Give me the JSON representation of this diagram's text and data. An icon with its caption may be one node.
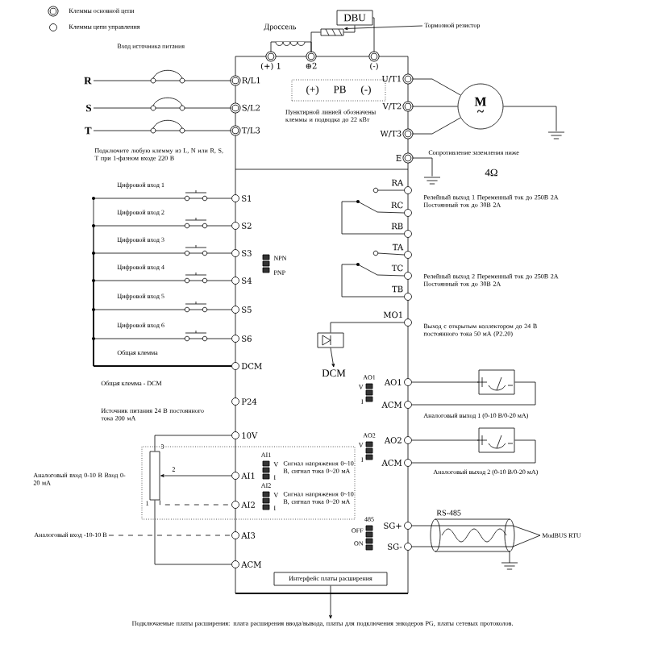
{
  "diagram": {
    "nodes": [
      {
        "text": [
          "R"
        ]
      },
      {
        "text": [
          "S"
        ]
      },
      {
        "text": [
          "T"
        ]
      },
      {
        "text": [
          "R/L1"
        ]
      },
      {
        "text": [
          "S/L2"
        ]
      },
      {
        "text": [
          "T/L3"
        ]
      },
      {
        "text": [
          "(+) 1"
        ]
      },
      {
        "text": [
          "⊕2"
        ]
      },
      {
        "text": [
          "(-)"
        ]
      },
      {
        "text": [
          "DBU"
        ]
      },
      {
        "text": [
          "(+)",
          "PB",
          "(-)"
        ]
      },
      {
        "text": [
          "Тормозной резистор"
        ]
      },
      {
        "text": [],
        "shape": "resistor"
      },
      {
        "text": [
          "U/T1"
        ]
      },
      {
        "text": [
          "V/T2"
        ]
      },
      {
        "text": [
          "W/T3"
        ]
      },
      {
        "text": [
          "E"
        ]
      },
      {
        "text": [
          "M",
          "~"
        ]
      },
      {
        "text": [],
        "shape": "ground"
      },
      {
        "text": [],
        "shape": "ground"
      },
      {
        "text": [
          "RA"
        ]
      },
      {
        "text": [
          "RC"
        ]
      },
      {
        "text": [
          "RB"
        ]
      },
      {
        "text": [
          "TA"
        ]
      },
      {
        "text": [
          "TC"
        ]
      },
      {
        "text": [
          "TB"
        ]
      },
      {
        "text": [
          "MO1"
        ]
      },
      {
        "text": [],
        "shape": "relay"
      },
      {
        "text": [
          "DCM"
        ]
      },
      {
        "text": [
          "AO1"
        ]
      },
      {
        "text": [
          "ACM"
        ]
      },
      {
        "text": [],
        "shape": "meter"
      },
      {
        "text": [
          "AO2"
        ]
      },
      {
        "text": [
          "ACM"
        ]
      },
      {
        "text": [],
        "shape": "meter"
      },
      {
        "text": [
          "SG+"
        ]
      },
      {
        "text": [
          "SG-"
        ]
      },
      {
        "text": [
          "ModBUS RTU"
        ]
      },
      {
        "text": [
          "S1"
        ]
      },
      {
        "text": [
          "S2"
        ]
      },
      {
        "text": [
          "S3"
        ]
      },
      {
        "text": [
          "S4"
        ]
      },
      {
        "text": [
          "S5"
        ]
      },
      {
        "text": [
          "S6"
        ]
      },
      {
        "text": [
          "DCM"
        ]
      },
      {
        "text": [
          "P24"
        ]
      },
      {
        "text": [
          "10V"
        ]
      },
      {
        "text": [
          "AI1"
        ]
      },
      {
        "text": [
          "AI2"
        ]
      },
      {
        "text": [
          "AI3"
        ]
      },
      {
        "text": [
          "ACM"
        ]
      },
      {
        "text": [],
        "shape": "potentiometer"
      },
      {
        "text": [
          "Аналоговый вход -10-10 В"
        ]
      },
      {
        "text": [
          "Интерфейс платы расширения"
        ]
      },
      {
        "text": [
          "Подключаемые платы расширения: плата расширения ввода/вывода, платы для подключения энкодеров PG, платы сетевых протоколов."
        ]
      }
    ],
    "edges": [
      {
        "from": 0,
        "to": 3,
        "arrow": "none"
      },
      {
        "from": 1,
        "to": 4,
        "arrow": "none"
      },
      {
        "from": 2,
        "to": 5,
        "arrow": "none"
      },
      {
        "from": 6,
        "to": 7,
        "arrow": "none"
      },
      {
        "from": 7,
        "to": 12,
        "arrow": "none"
      },
      {
        "from": 12,
        "to": 9,
        "arrow": "none"
      },
      {
        "from": 8,
        "to": 9,
        "arrow": "none"
      },
      {
        "from": 11,
        "to": 12,
        "arrow": "to"
      },
      {
        "from": 13,
        "to": 17,
        "arrow": "none"
      },
      {
        "from": 14,
        "to": 17,
        "arrow": "none"
      },
      {
        "from": 15,
        "to": 17,
        "arrow": "none"
      },
      {
        "from": 17,
        "to": 18,
        "arrow": "none"
      },
      {
        "from": 16,
        "to": 19,
        "arrow": "none"
      },
      {
        "from": 22,
        "to": 21,
        "arrow": "none"
      },
      {
        "from": 25,
        "to": 24,
        "arrow": "none"
      },
      {
        "from": 26,
        "to": 27,
        "arrow": "none"
      },
      {
        "from": 27,
        "to": 28,
        "arrow": "to"
      },
      {
        "from": 29,
        "to": 31,
        "arrow": "none"
      },
      {
        "from": 30,
        "to": 31,
        "arrow": "none"
      },
      {
        "from": 32,
        "to": 34,
        "arrow": "none"
      },
      {
        "from": 33,
        "to": 34,
        "arrow": "none"
      },
      {
        "from": 35,
        "to": 37,
        "arrow": "none"
      },
      {
        "from": 36,
        "to": 37,
        "arrow": "none"
      },
      {
        "from": 38,
        "to": 44,
        "arrow": "none"
      },
      {
        "from": 39,
        "to": 44,
        "arrow": "none"
      },
      {
        "from": 40,
        "to": 44,
        "arrow": "none"
      },
      {
        "from": 41,
        "to": 44,
        "arrow": "none"
      },
      {
        "from": 42,
        "to": 44,
        "arrow": "none"
      },
      {
        "from": 43,
        "to": 44,
        "arrow": "none"
      },
      {
        "from": 46,
        "to": 51,
        "arrow": "none"
      },
      {
        "from": 47,
        "to": 51,
        "arrow": "to"
      },
      {
        "from": 51,
        "to": 50,
        "arrow": "none"
      },
      {
        "from": 51,
        "to": 48,
        "arrow": "none",
        "style": "dashed"
      },
      {
        "from": 52,
        "to": 49,
        "arrow": "none",
        "style": "dashed"
      },
      {
        "from": 53,
        "to": 54,
        "arrow": "to"
      }
    ],
    "labels": [
      "Дроссель",
      "Вход источника питания",
      "Подключите любую клемму из L, N или R, S, T при 1-фазном входе 220 В",
      "Пунктирной линией обозначены клеммы и подводка до 22 кВт",
      "Сопротивление заземления ниже",
      "4Ω",
      "Релейный выход 1 Переменный ток до 250В 2А Постоянный ток до 30В 2А",
      "Релейный выход 2 Переменный ток до 250В 2А Постоянный ток до 30В 2А",
      "Выход с открытым коллектором до 24 В постоянного тока 50 мА (P2.20)",
      "Цифровой вход 1",
      "Цифровой вход 2",
      "Цифровой вход 3",
      "Цифровой вход 4",
      "Цифровой вход 5",
      "Цифровой вход 6",
      "Общая клемма",
      "NPN",
      "PNP",
      "Общая клемма - DCM",
      "Источник питания 24 В постоянного тока 200 мА",
      "AO1",
      "V",
      "I",
      "Аналоговый выход 1 (0-10 В/0-20 мА)",
      "AO2",
      "V",
      "I",
      "Аналоговый выход 2 (0-10 В/0-20 мА)",
      "3",
      "2",
      "1",
      "Аналоговый вход 0-10 В Вход 0-20 мА",
      "AI1",
      "V",
      "I",
      "Сигнал напряжения 0~10 В, сигнал тока 0~20 мА",
      "AI2",
      "V",
      "I",
      "Сигнал напряжения 0~10 В, сигнал тока 0~20 мА",
      "RS-485",
      "485",
      "OFF",
      "ON"
    ],
    "legend": [
      {
        "text": "Клеммы основной цепи"
      },
      {
        "text": "Клеммы цепи управления"
      }
    ]
  }
}
